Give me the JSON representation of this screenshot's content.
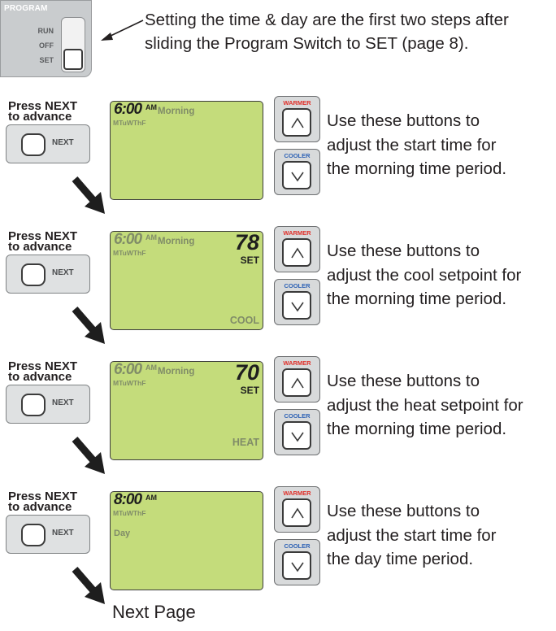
{
  "program_switch": {
    "title": "PROGRAM",
    "options": [
      "RUN",
      "OFF",
      "SET"
    ]
  },
  "intro_text": [
    "Setting the time & day are the first two steps after",
    "sliding the Program Switch to SET (page 8)."
  ],
  "press_label_line1": "Press NEXT",
  "press_label_line2": "to advance",
  "next_button_label": "NEXT",
  "warmer_label": "WARMER",
  "cooler_label": "COOLER",
  "steps": [
    {
      "time": "6:00",
      "ampm": "AM",
      "period": "Morning",
      "days": "MTuWThF",
      "set_value": "",
      "set_label": "",
      "mode": "",
      "day_word": "",
      "description": [
        "Use these buttons to",
        "adjust the start time for",
        "the morning time period."
      ]
    },
    {
      "time": "6:00",
      "ampm": "AM",
      "period": "Morning",
      "days": "MTuWThF",
      "set_value": "78",
      "set_label": "SET",
      "mode": "COOL",
      "day_word": "",
      "description": [
        "Use these buttons to",
        "adjust the cool setpoint for",
        "the morning time period."
      ]
    },
    {
      "time": "6:00",
      "ampm": "AM",
      "period": "Morning",
      "days": "MTuWThF",
      "set_value": "70",
      "set_label": "SET",
      "mode": "HEAT",
      "day_word": "",
      "description": [
        "Use these buttons to",
        "adjust the heat setpoint for",
        "the morning time period."
      ]
    },
    {
      "time": "8:00",
      "ampm": "AM",
      "period": "",
      "days": "MTuWThF",
      "set_value": "",
      "set_label": "",
      "mode": "",
      "day_word": "Day",
      "description": [
        "Use these buttons to",
        "adjust the start time for",
        "the day time period."
      ]
    }
  ],
  "next_page": "Next Page"
}
